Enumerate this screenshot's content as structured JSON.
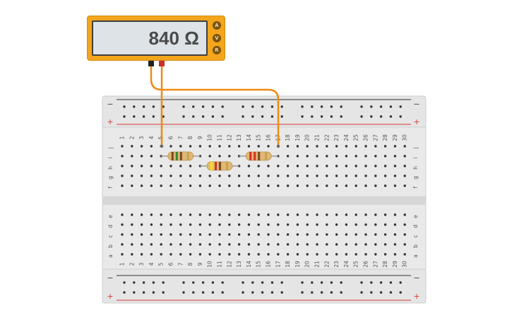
{
  "multimeter": {
    "reading": "840 Ω",
    "modes": [
      "A",
      "V",
      "R"
    ],
    "selected_mode": "R"
  },
  "breadboard": {
    "columns": [
      "1",
      "2",
      "3",
      "4",
      "5",
      "6",
      "7",
      "8",
      "9",
      "10",
      "11",
      "12",
      "13",
      "14",
      "15",
      "16",
      "17",
      "18",
      "19",
      "20",
      "21",
      "22",
      "23",
      "24",
      "25",
      "26",
      "27",
      "28",
      "29",
      "30"
    ],
    "top_rows": [
      "j",
      "i",
      "h",
      "g",
      "f"
    ],
    "bottom_rows": [
      "e",
      "d",
      "c",
      "b",
      "a"
    ],
    "rail_minus": "−",
    "rail_plus": "+"
  },
  "colors": {
    "meter_body": "#f3a51c",
    "wire": "#ef8a12",
    "probe_black": "#222222",
    "probe_red": "#c9302c",
    "rail_red": "#d23a32",
    "rail_dark": "#333333"
  },
  "resistors": [
    {
      "id": "r1",
      "bands": [
        "#7a4a20",
        "#2e8b2e",
        "#7a4a20",
        "#c8a24a"
      ]
    },
    {
      "id": "r2",
      "bands": [
        "#f2e600",
        "#d93025",
        "#7a4a20",
        "#c8a24a"
      ]
    },
    {
      "id": "r3",
      "bands": [
        "#d93025",
        "#d93025",
        "#7a4a20",
        "#c8a24a"
      ]
    }
  ]
}
